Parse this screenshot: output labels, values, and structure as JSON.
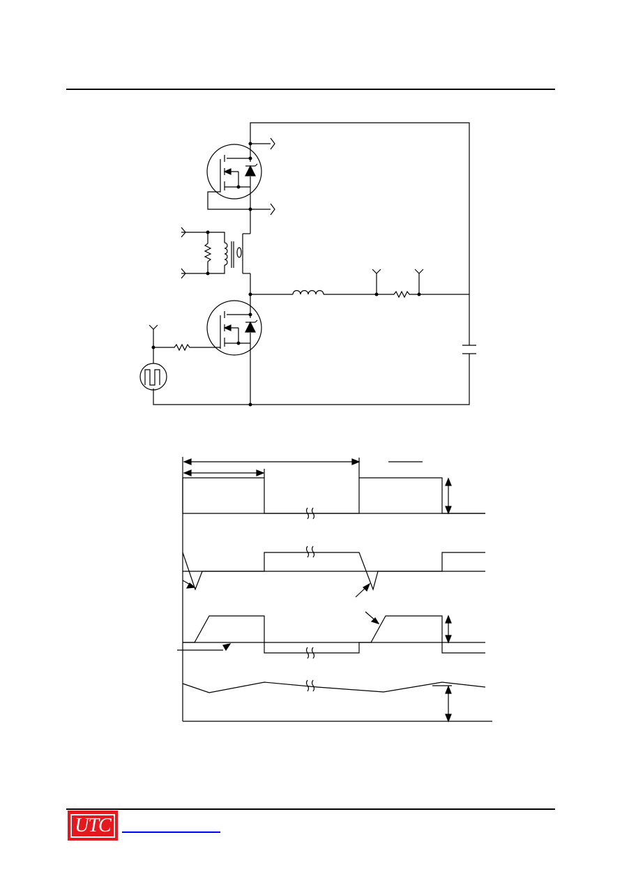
{
  "branding": {
    "logo_text": "UTC"
  },
  "colors": {
    "ink": "#000000",
    "logo_background": "#e3191f",
    "link": "#0000ff"
  },
  "figures": {
    "circuit": {
      "type": "gate-charge test circuit schematic"
    },
    "waveforms": {
      "type": "switching waveform timing diagram"
    }
  }
}
